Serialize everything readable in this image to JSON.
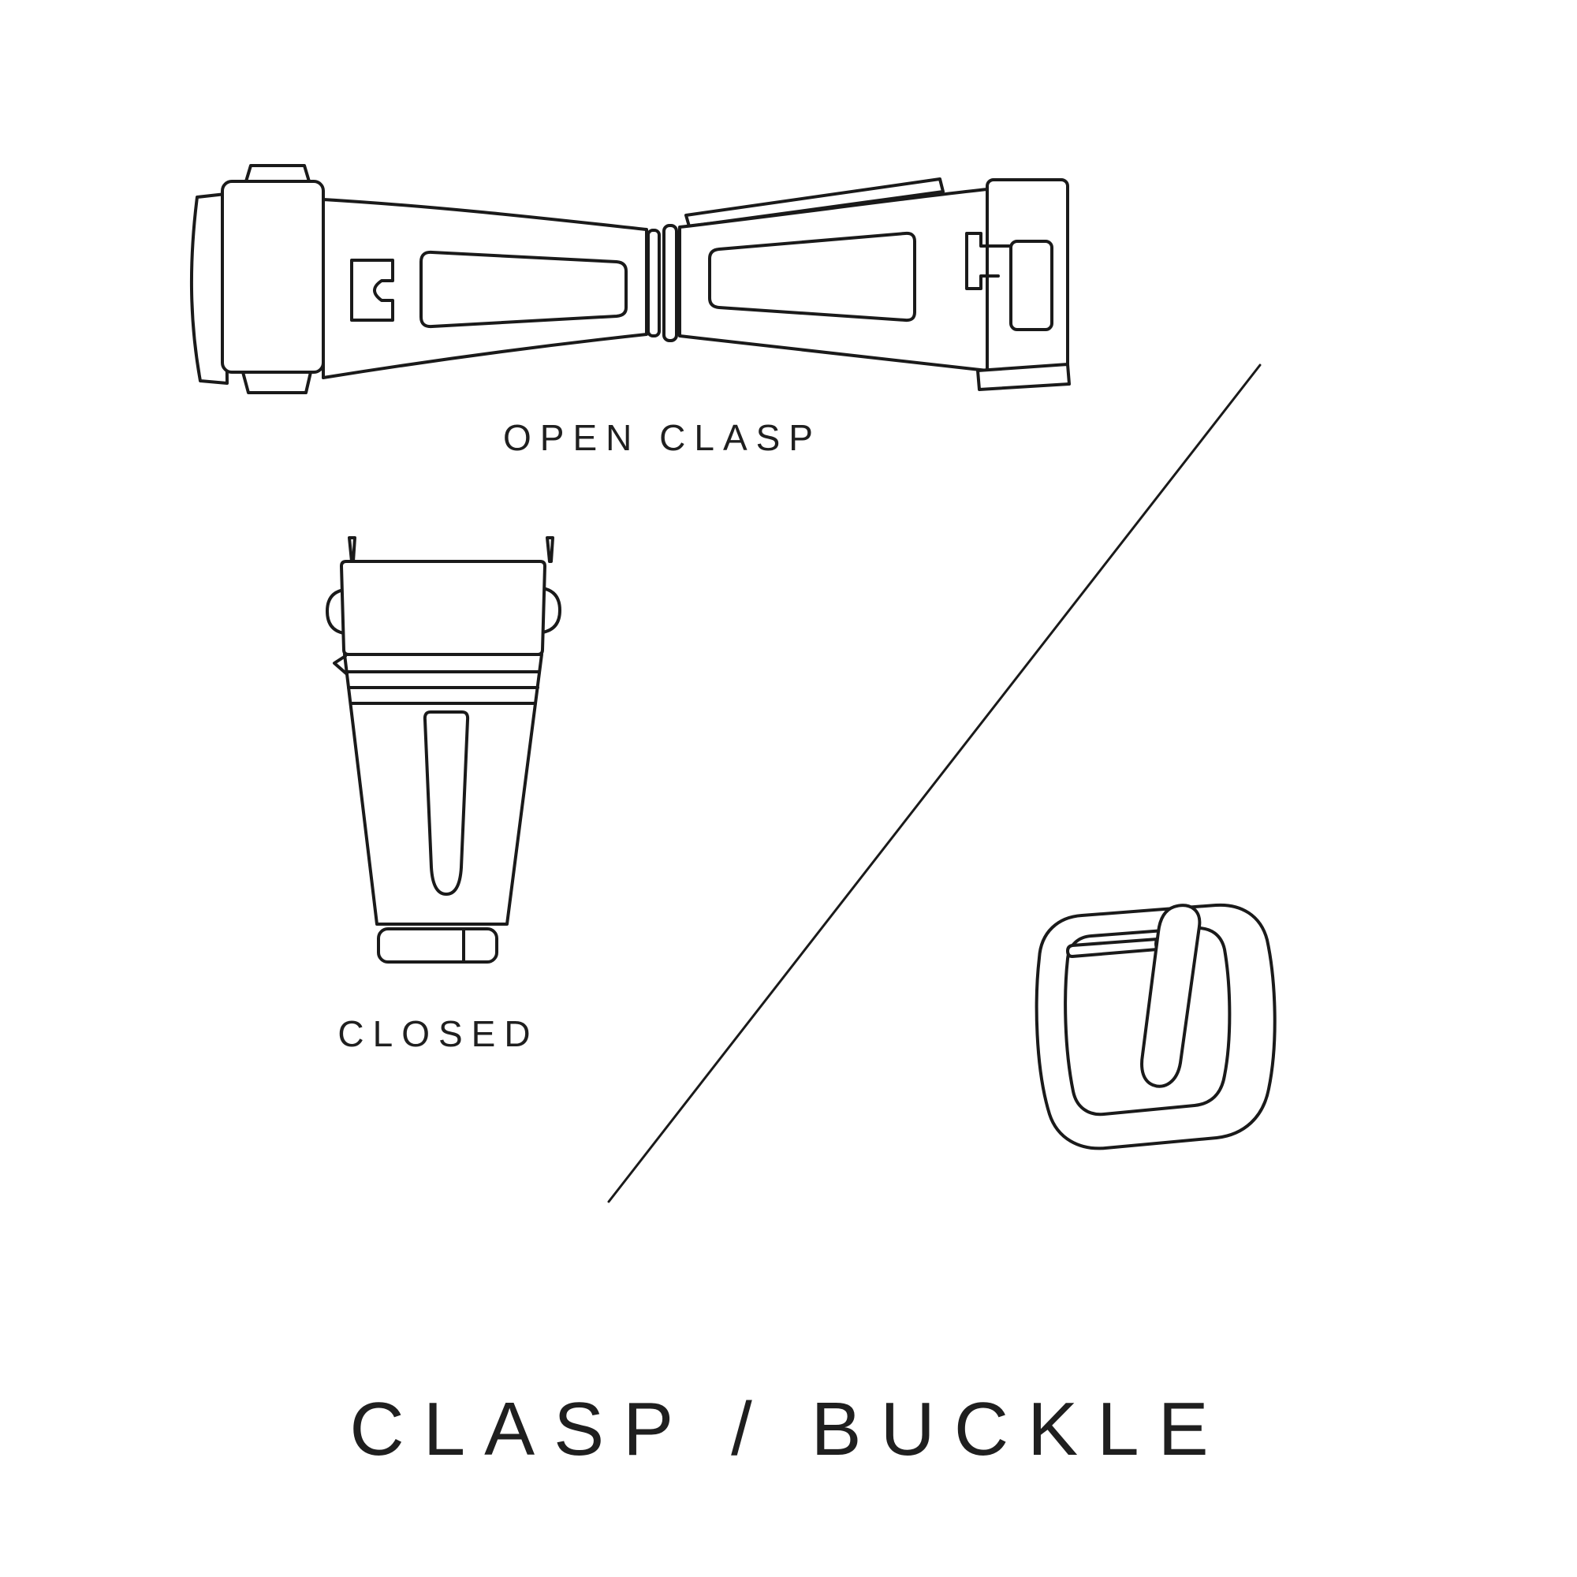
{
  "page": {
    "background_color": "#ffffff",
    "ink_color": "#1a1a1a",
    "title": "CLASP / BUCKLE"
  },
  "figures": {
    "open_clasp": {
      "label": "OPEN CLASP"
    },
    "closed_clasp": {
      "label": "CLOSED"
    },
    "buckle": {
      "name": "pin-buckle-illustration"
    }
  }
}
